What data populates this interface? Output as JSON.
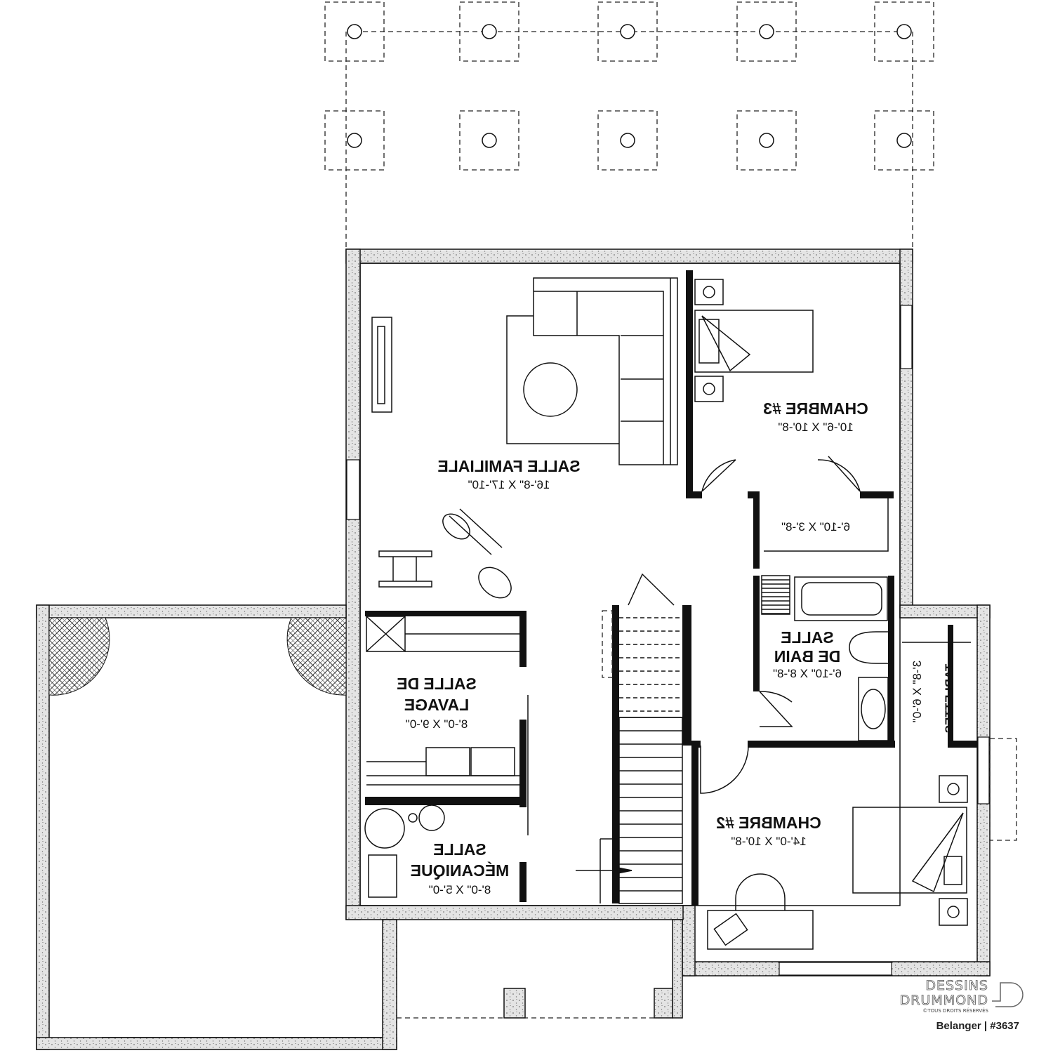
{
  "rooms": {
    "family": {
      "name": "SALLE FAMILIALE",
      "dims": "16'-8\" X 17'-10\""
    },
    "bedroom3": {
      "name": "CHAMBRE #3",
      "dims": "10'-6\" X 10'-8\""
    },
    "closet": {
      "dims": "6'-10\" X 3'-8\""
    },
    "bathroom": {
      "name_line1": "SALLE",
      "name_line2": "DE BAIN",
      "dims": "6'-10\" X 8'-8\""
    },
    "shelves": {
      "name": "TABLETTES",
      "dims": "3'-8\" X 6'-0\""
    },
    "laundry": {
      "name_line1": "SALLE DE",
      "name_line2": "LAVAGE",
      "dims": "8'-0\" X 9'-0\""
    },
    "mechanical": {
      "name_line1": "SALLE",
      "name_line2": "MÉCANIQUE",
      "dims": "8'-0\" X 5'-0\""
    },
    "bedroom2": {
      "name": "CHAMBRE #2",
      "dims": "14'-0\" X 10'-8\""
    }
  },
  "logo": {
    "line1": "DESSINS",
    "line2": "DRUMMOND",
    "rights": "©TOUS DROITS RÉSERVÉS"
  },
  "credit": "Belanger | #3637"
}
